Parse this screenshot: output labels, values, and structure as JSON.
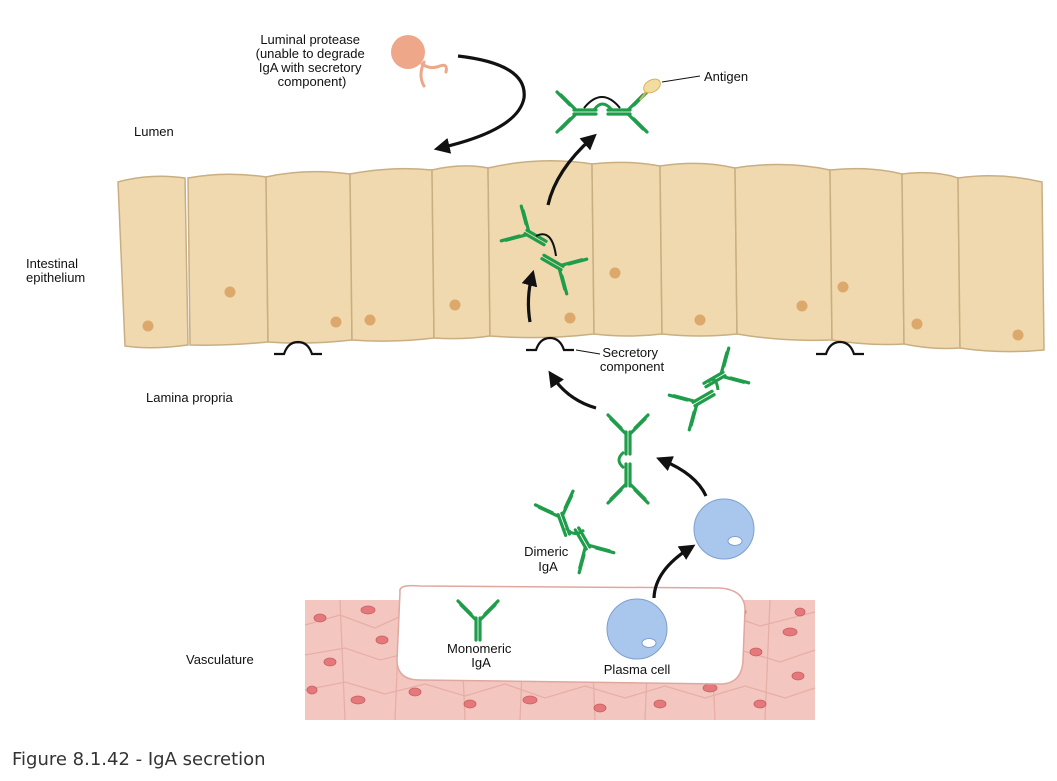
{
  "labels": {
    "luminal_protease": [
      "Luminal protease",
      "(unable to degrade",
      "IgA with secretory",
      "component)"
    ],
    "antigen": "Antigen",
    "lumen": "Lumen",
    "intestinal_epithelium": [
      "Intestinal",
      "epithelium"
    ],
    "secretory_component": [
      "Secretory",
      "component"
    ],
    "lamina_propria": "Lamina propria",
    "dimeric_iga": [
      "Dimeric",
      "IgA"
    ],
    "monomeric_iga": [
      "Monomeric",
      "IgA"
    ],
    "plasma_cell": "Plasma cell",
    "vasculature": "Vasculature"
  },
  "caption": "Figure 8.1.42 - IgA secretion",
  "colors": {
    "epithelium": "#f0d9ae",
    "epithelium_border": "#c9ae82",
    "nucleus": "#dca86c",
    "antibody_green": "#1f9d4a",
    "plasma_cell": "#a9c6ec",
    "vessel_tissue": "#f3c7c0",
    "red_cell": "#e4787a",
    "protease": "#eea789"
  }
}
